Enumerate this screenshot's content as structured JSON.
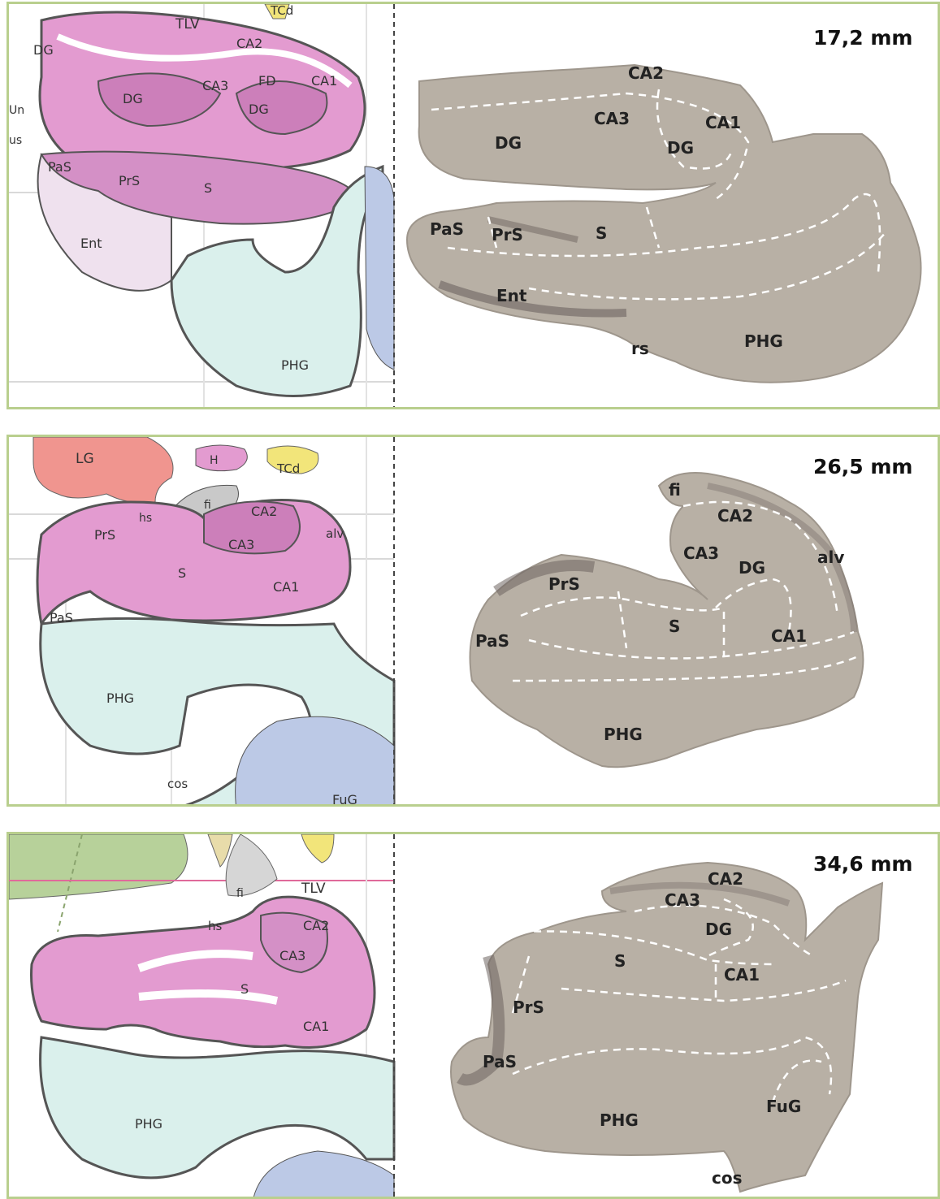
{
  "panels": [
    {
      "depth": "17,2 mm",
      "atlas_labels": {
        "tlv": "TLV",
        "tc": "TCd",
        "dg_top": "DG",
        "ca2": "CA2",
        "ca3": "CA3",
        "fd": "FD",
        "ca1": "CA1",
        "dg1": "DG",
        "dg2": "DG",
        "un": "Un",
        "us": "us",
        "pas": "PaS",
        "prs": "PrS",
        "s": "S",
        "ent": "Ent",
        "phg": "PHG"
      },
      "section_labels": {
        "ca2": "CA2",
        "ca3": "CA3",
        "ca1": "CA1",
        "dg1": "DG",
        "dg2": "DG",
        "pas": "PaS",
        "prs": "PrS",
        "s": "S",
        "ent": "Ent",
        "rs": "rs",
        "phg": "PHG"
      }
    },
    {
      "depth": "26,5 mm",
      "atlas_labels": {
        "lg": "LG",
        "h": "H",
        "tc": "TCd",
        "fi": "fi",
        "ca2": "CA2",
        "ca3": "CA3",
        "alv": "alv",
        "hs": "hs",
        "prs": "PrS",
        "s": "S",
        "ca1": "CA1",
        "pas": "PaS",
        "phg": "PHG",
        "cos": "cos",
        "fug": "FuG"
      },
      "section_labels": {
        "fi": "fi",
        "ca2": "CA2",
        "ca3": "CA3",
        "dg": "DG",
        "alv": "alv",
        "prs": "PrS",
        "s": "S",
        "ca1": "CA1",
        "pas": "PaS",
        "phg": "PHG"
      }
    },
    {
      "depth": "34,6 mm",
      "atlas_labels": {
        "tlv": "TLV",
        "fi": "fi",
        "hs": "hs",
        "ca2": "CA2",
        "ca3": "CA3",
        "s": "S",
        "ca1": "CA1",
        "phg": "PHG"
      },
      "section_labels": {
        "ca2": "CA2",
        "ca3": "CA3",
        "dg": "DG",
        "s": "S",
        "ca1": "CA1",
        "prs": "PrS",
        "pas": "PaS",
        "phg": "PHG",
        "fug": "FuG",
        "cos": "cos"
      }
    }
  ],
  "colors": {
    "frame": "#b9cf8e",
    "pink": "#e39bd0",
    "pink_dark": "#cc7fba",
    "mint": "#daf0ec",
    "tissue": "#b8b0a5",
    "tissue_dark": "#6d6460",
    "yellow": "#f2e57a",
    "salmon": "#f0958f",
    "blue": "#bcc9e6",
    "green": "#b7d19a"
  }
}
